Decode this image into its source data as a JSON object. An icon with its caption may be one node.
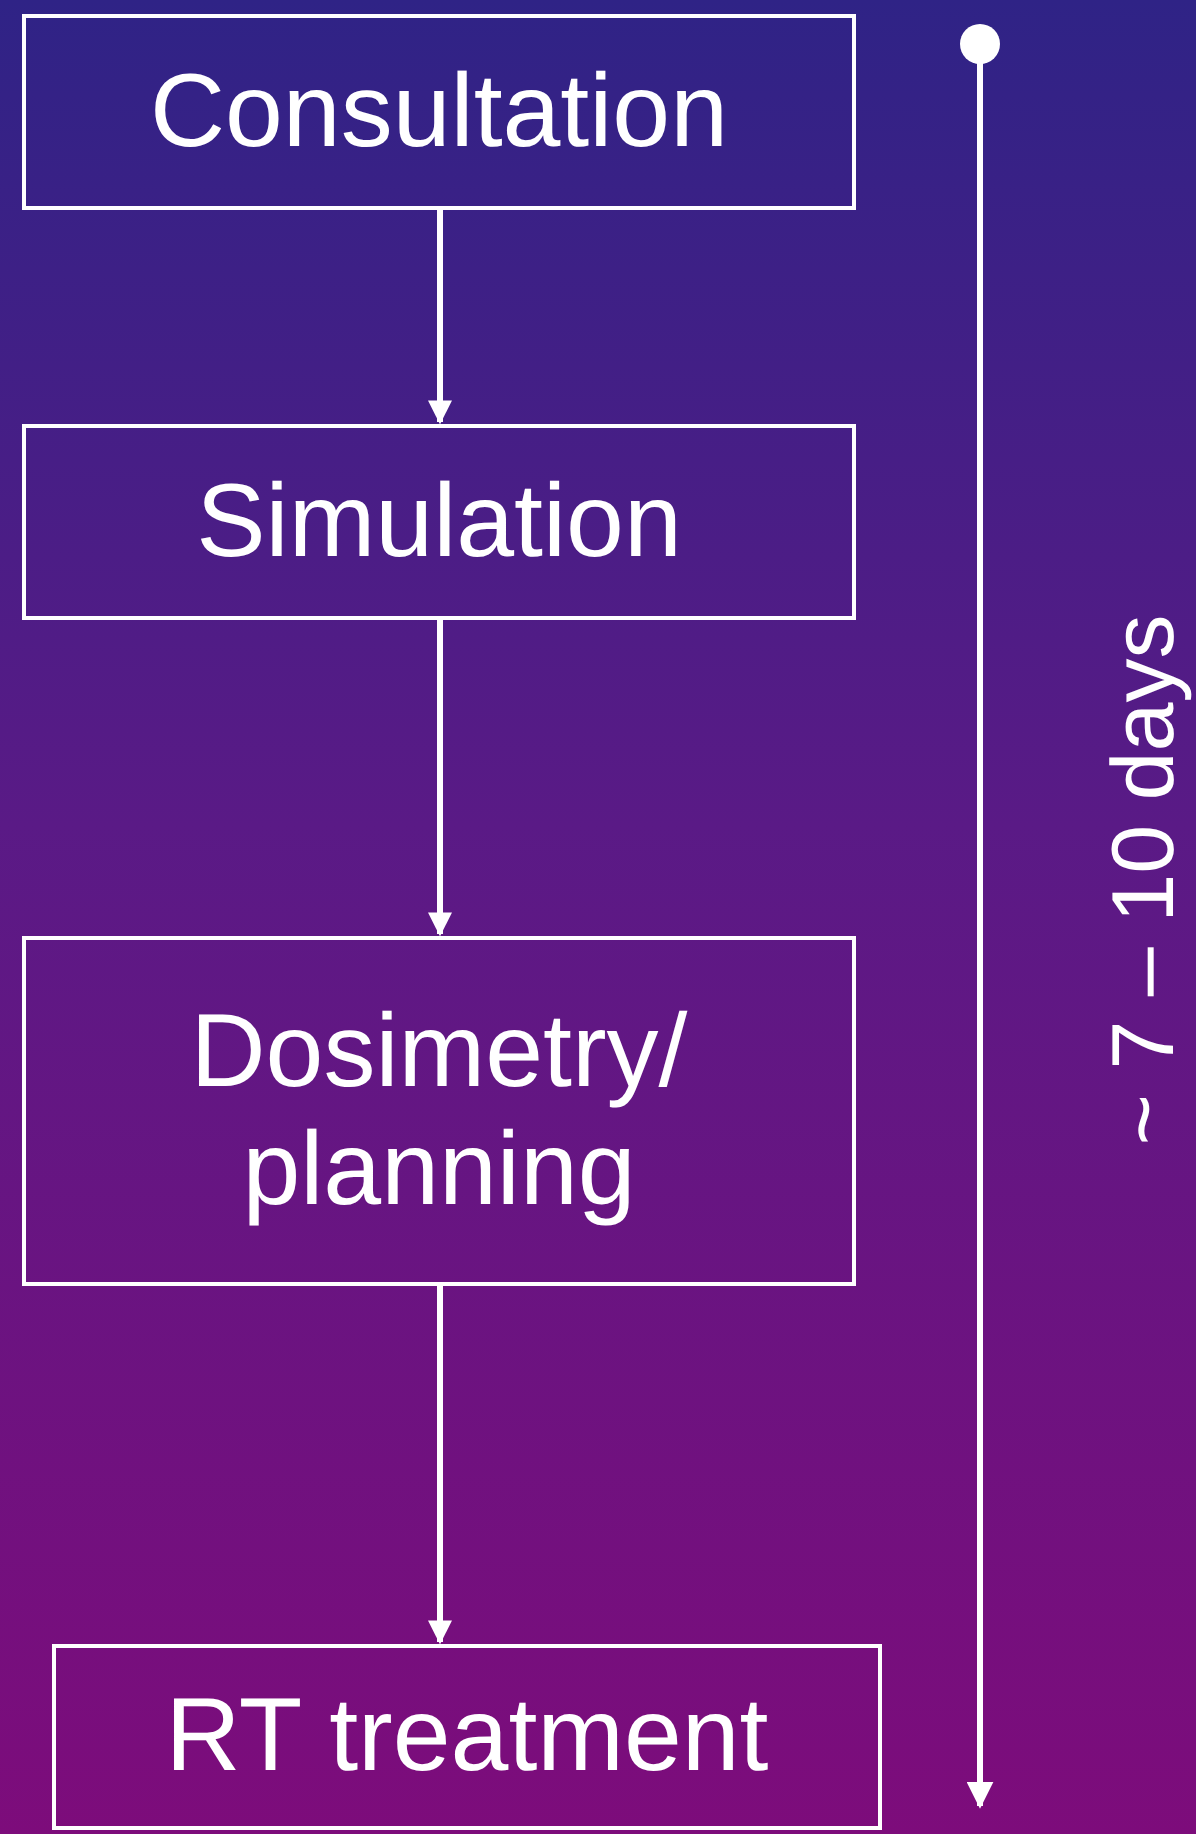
{
  "diagram": {
    "nodes": [
      {
        "text": [
          "Consultation"
        ]
      },
      {
        "text": [
          "Simulation"
        ]
      },
      {
        "text": [
          "Dosimetry/ planning"
        ]
      },
      {
        "text": [
          "RT treatment"
        ]
      }
    ],
    "edges": [
      {
        "from": 0,
        "to": 1,
        "arrow": "to"
      },
      {
        "from": 1,
        "to": 2,
        "arrow": "to"
      },
      {
        "from": 2,
        "to": 3,
        "arrow": "to"
      }
    ],
    "labels": [
      "~ 7 – 10 days"
    ]
  }
}
